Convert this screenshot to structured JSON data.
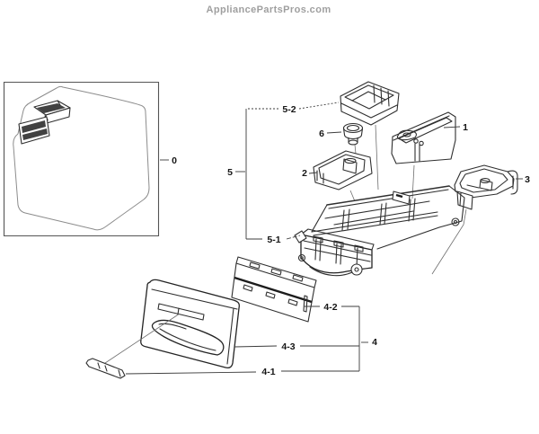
{
  "header": {
    "site": "AppliancePartsPros.com"
  },
  "colors": {
    "background": "#ffffff",
    "line": "#2f2f2f",
    "light_line": "#8c8c8c",
    "leader_line": "#3c3c3c",
    "label_text": "#151515",
    "watermark_text": "#9f9f9f"
  },
  "labels": {
    "0": "0",
    "1": "1",
    "2": "2",
    "3": "3",
    "4": "4",
    "4-1": "4-1",
    "4-2": "4-2",
    "4-3": "4-3",
    "5": "5",
    "5-1": "5-1",
    "5-2": "5-2",
    "6": "6"
  }
}
